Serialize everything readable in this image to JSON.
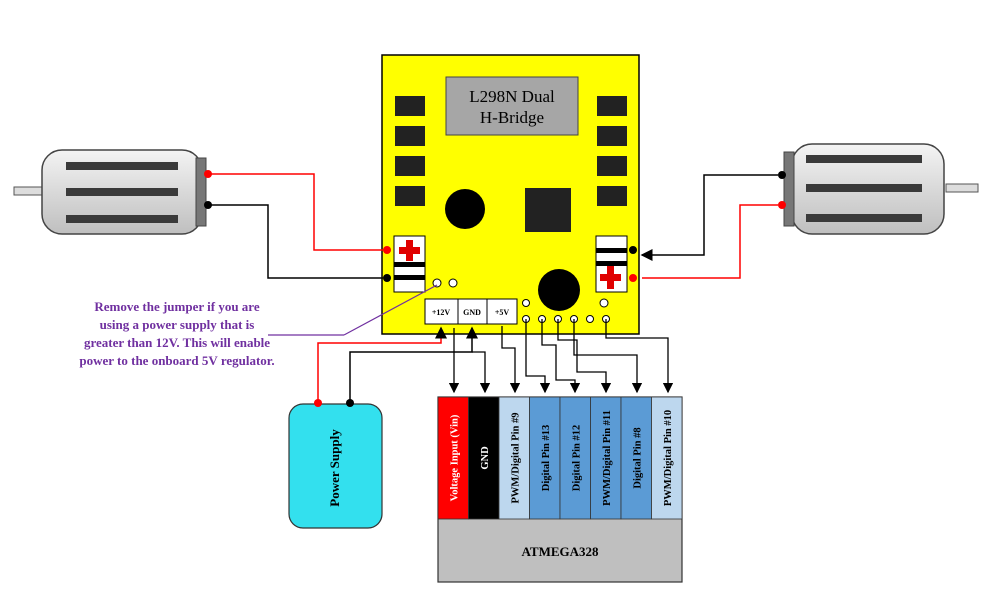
{
  "driver": {
    "title_line1": "L298N Dual",
    "title_line2": "H-Bridge",
    "colors": {
      "board": "#ffff00",
      "chip": "#a6a6a6"
    }
  },
  "power_terminals": [
    {
      "label": "+12V"
    },
    {
      "label": "GND"
    },
    {
      "label": "+5V"
    }
  ],
  "jumper_note": "Remove the jumper if you are using a power supply that is greater than 12V. This will enable power to the onboard 5V regulator.",
  "power_supply": {
    "label": "Power Supply",
    "color": "#33e0ee"
  },
  "mcu": {
    "label": "ATMEGA328",
    "pins": [
      {
        "label": "Voltage Input (Vin)",
        "color": "#ff0000",
        "text_color": "#ffffff"
      },
      {
        "label": "GND",
        "color": "#000000",
        "text_color": "#ffffff"
      },
      {
        "label": "PWM/Digital Pin #9",
        "color": "#bdd7ee",
        "text_color": "#000000"
      },
      {
        "label": "Digital Pin #13",
        "color": "#5b9bd5",
        "text_color": "#000000"
      },
      {
        "label": "Digital Pin #12",
        "color": "#5b9bd5",
        "text_color": "#000000"
      },
      {
        "label": "PWM/Digital Pin #11",
        "color": "#5b9bd5",
        "text_color": "#000000"
      },
      {
        "label": "Digital Pin #8",
        "color": "#5b9bd5",
        "text_color": "#000000"
      },
      {
        "label": "PWM/Digital Pin #10",
        "color": "#bdd7ee",
        "text_color": "#000000"
      }
    ]
  },
  "wire_colors": {
    "positive": "#ff0000",
    "negative": "#000000",
    "signal": "#000000",
    "note": "#7030a0"
  }
}
